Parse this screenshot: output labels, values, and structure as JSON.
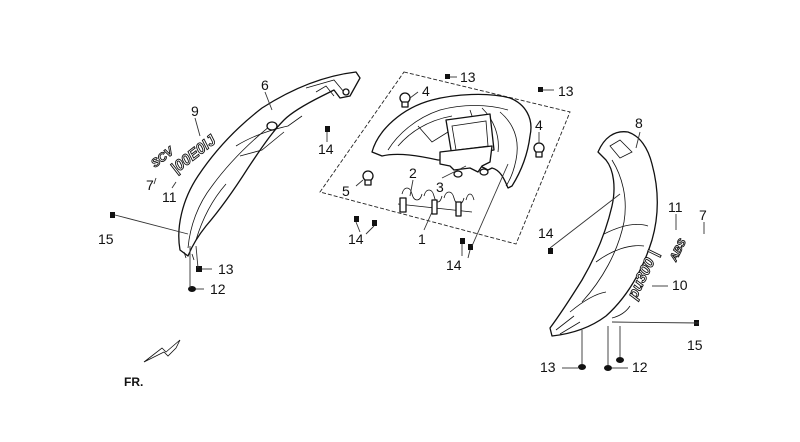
{
  "diagram": {
    "direction_label": "FR.",
    "callouts": {
      "c1": "1",
      "c2": "2",
      "c3": "3",
      "c4a": "4",
      "c4b": "4",
      "c5": "5",
      "c6": "6",
      "c7a": "7",
      "c7b": "7",
      "c8": "8",
      "c9": "9",
      "c10": "10",
      "c11a": "11",
      "c11b": "11",
      "c12a": "12",
      "c12b": "12",
      "c13a": "13",
      "c13b": "13",
      "c13c": "13",
      "c13d": "13",
      "c14a": "14",
      "c14b": "14",
      "c14c": "14",
      "c14d": "14",
      "c15a": "15",
      "c15b": "15"
    },
    "emblems": {
      "left_model": "|00E0IJ",
      "left_short": "SCV",
      "right_model": "pu300 |",
      "right_short": "ABS"
    }
  }
}
